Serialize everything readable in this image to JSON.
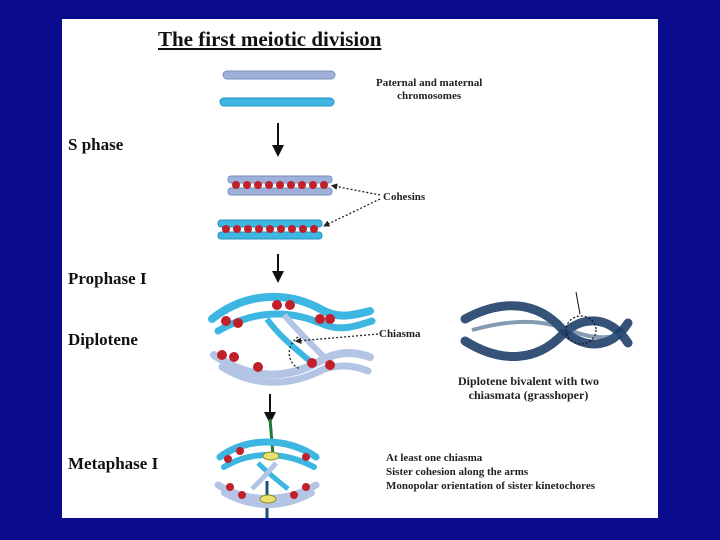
{
  "title": "The first meiotic division",
  "stages": {
    "s_phase": "S phase",
    "prophase": "Prophase I",
    "diplotene": "Diplotene",
    "metaphase": "Metaphase I"
  },
  "labels": {
    "parental_line1": "Paternal and maternal",
    "parental_line2": "chromosomes",
    "cohesins": "Cohesins",
    "chiasma": "Chiasma",
    "micrograph_caption_line1": "Diplotene bivalent with two",
    "micrograph_caption_line2": "chiasmata (grasshoper)"
  },
  "metaphase_points": [
    "At least one chiasma",
    "Sister cohesion along the arms",
    "Monopolar orientation of sister kinetochores"
  ],
  "colors": {
    "background": "#0b0b8e",
    "paternal": "#9fb0d8",
    "maternal": "#3db6e2",
    "cohesin": "#c0202a",
    "micrograph": "#1f3f6a"
  }
}
